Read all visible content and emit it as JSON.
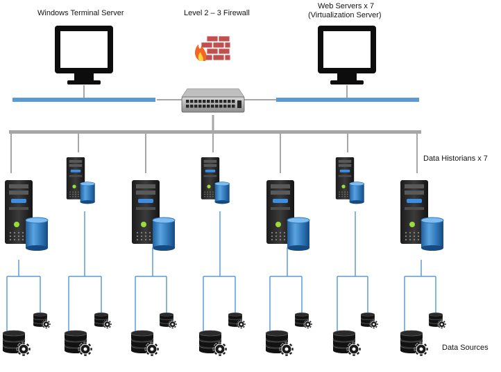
{
  "labels": {
    "windows_terminal": "Windows Terminal Server",
    "firewall": "Level 2 – 3 Firewall",
    "web_servers_line1": "Web Servers x 7",
    "web_servers_line2": "(Virtualization Server)",
    "data_historians": "Data Historians x 7",
    "data_sources": "Data Sources"
  },
  "icons": {
    "monitor": "monitor-icon",
    "firewall": "firewall-icon",
    "switch": "network-switch-icon",
    "server": "server-tower-icon",
    "storage": "storage-cylinder-icon",
    "database": "database-gear-icon"
  },
  "colors": {
    "blue_line": "#5b9bd5",
    "gray_bus": "#a6a6a6",
    "monitor": "#0d0d0d",
    "cylinder": "#2e75b6",
    "flame": "#f26522",
    "brick": "#c0504d"
  }
}
